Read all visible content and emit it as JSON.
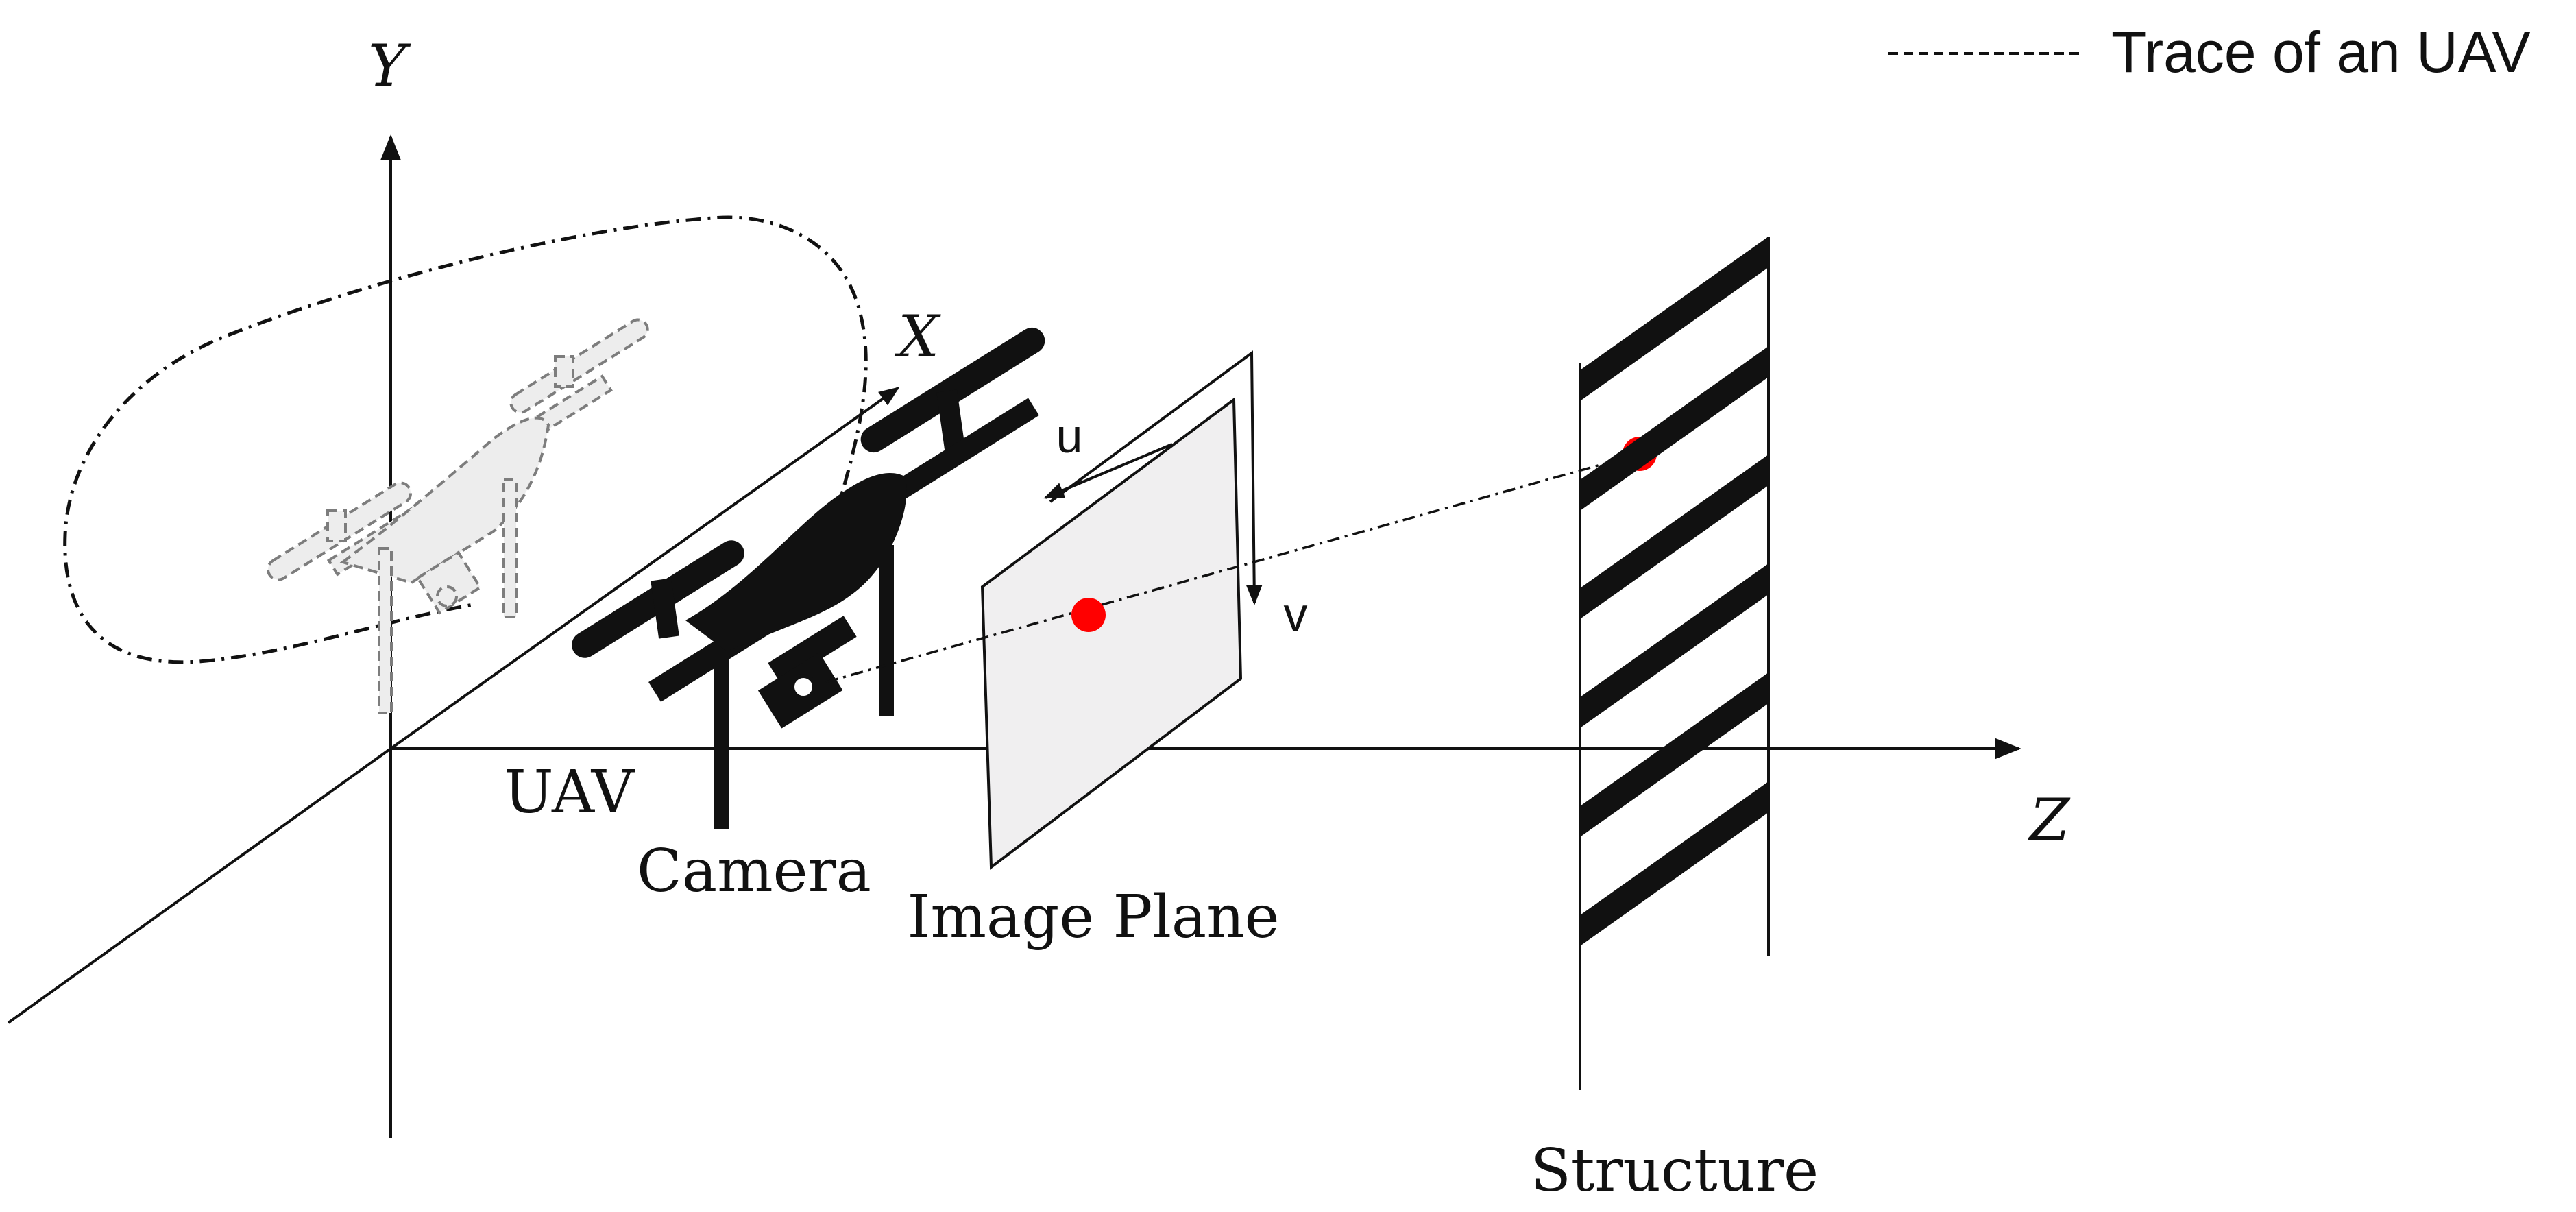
{
  "axes": {
    "x": "X",
    "y": "Y",
    "z": "Z"
  },
  "image_axes": {
    "u": "u",
    "v": "v"
  },
  "labels": {
    "uav": "UAV",
    "camera": "Camera",
    "image_plane": "Image Plane",
    "structure": "Structure"
  },
  "legend": {
    "trace": "Trace of an UAV"
  },
  "colors": {
    "ink": "#111111",
    "point": "#ff0000",
    "plane_fill": "#f0eff0",
    "ghost_fill": "#e8e8e8",
    "ghost_stroke": "#8a8a8a"
  }
}
